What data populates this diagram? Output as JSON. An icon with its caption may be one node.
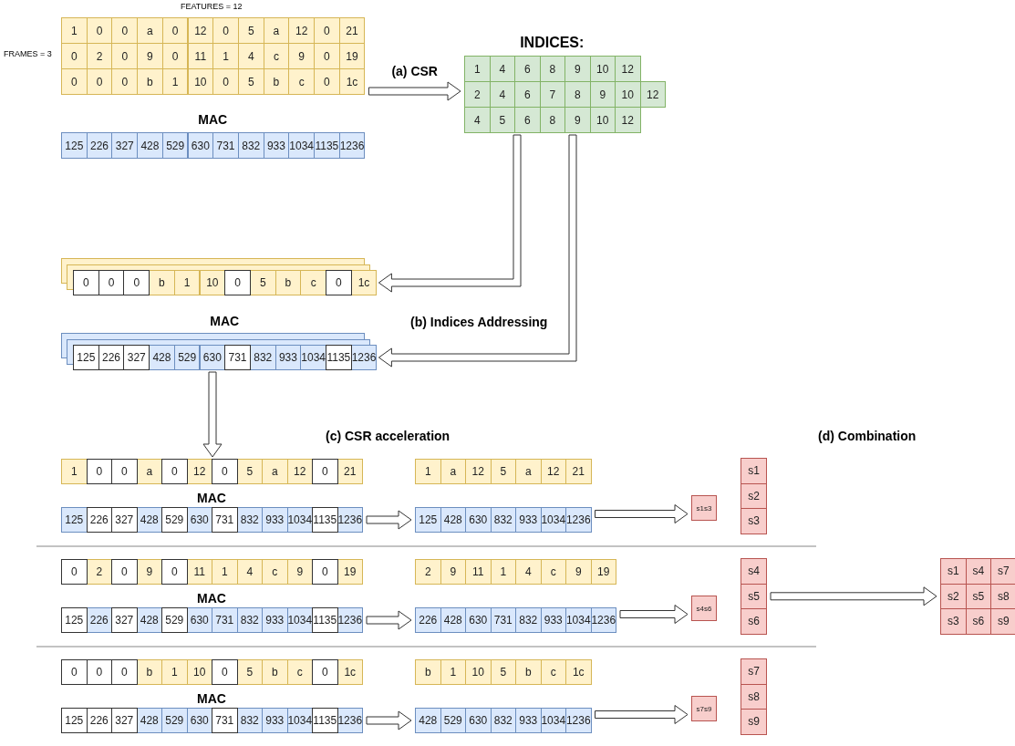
{
  "diagram": {
    "nodes": [
      {
        "text": [
          "1",
          "0",
          "0",
          "a",
          "0",
          "12",
          "0",
          "5",
          "a",
          "12",
          "0",
          "21",
          "0",
          "2",
          "0",
          "9",
          "0",
          "11",
          "1",
          "4",
          "c",
          "9",
          "0",
          "19",
          "0",
          "0",
          "0",
          "b",
          "1",
          "10",
          "0",
          "5",
          "b",
          "c",
          "0",
          "1c"
        ],
        "beside": [
          "FEATURES = 12",
          "FRAMES = 3"
        ]
      },
      {
        "text": [
          "MAC",
          "125",
          "226",
          "327",
          "428",
          "529",
          "630",
          "731",
          "832",
          "933",
          "1034",
          "1135",
          "1236"
        ]
      },
      {
        "text": [
          "INDICES:",
          "1",
          "4",
          "6",
          "8",
          "9",
          "10",
          "12",
          "2",
          "4",
          "6",
          "7",
          "8",
          "9",
          "10",
          "12",
          "4",
          "5",
          "6",
          "8",
          "9",
          "10",
          "12"
        ]
      },
      {
        "text": [
          "0",
          "0",
          "0",
          "b",
          "1",
          "10",
          "0",
          "5",
          "b",
          "c",
          "0",
          "1c"
        ]
      },
      {
        "text": [
          "MAC",
          "125",
          "226",
          "327",
          "428",
          "529",
          "630",
          "731",
          "832",
          "933",
          "1034",
          "1135",
          "1236"
        ]
      },
      {
        "text": [
          "1",
          "0",
          "0",
          "a",
          "0",
          "12",
          "0",
          "5",
          "a",
          "12",
          "0",
          "21"
        ]
      },
      {
        "text": [
          "MAC",
          "125",
          "226",
          "327",
          "428",
          "529",
          "630",
          "731",
          "832",
          "933",
          "1034",
          "1135",
          "1236"
        ]
      },
      {
        "text": [
          "1",
          "a",
          "12",
          "5",
          "a",
          "12",
          "21"
        ]
      },
      {
        "text": [
          "125",
          "428",
          "630",
          "832",
          "933",
          "1034",
          "1236"
        ]
      },
      {
        "text": [
          "s1s3"
        ]
      },
      {
        "text": [
          "s1",
          "s2",
          "s3"
        ]
      },
      {
        "text": [
          "0",
          "2",
          "0",
          "9",
          "0",
          "11",
          "1",
          "4",
          "c",
          "9",
          "0",
          "19"
        ]
      },
      {
        "text": [
          "MAC",
          "125",
          "226",
          "327",
          "428",
          "529",
          "630",
          "731",
          "832",
          "933",
          "1034",
          "1135",
          "1236"
        ]
      },
      {
        "text": [
          "2",
          "9",
          "11",
          "1",
          "4",
          "c",
          "9",
          "19"
        ]
      },
      {
        "text": [
          "226",
          "428",
          "630",
          "731",
          "832",
          "933",
          "1034",
          "1236"
        ]
      },
      {
        "text": [
          "s4s6"
        ]
      },
      {
        "text": [
          "s4",
          "s5",
          "s6"
        ]
      },
      {
        "text": [
          "0",
          "0",
          "0",
          "b",
          "1",
          "10",
          "0",
          "5",
          "b",
          "c",
          "0",
          "1c"
        ]
      },
      {
        "text": [
          "MAC",
          "125",
          "226",
          "327",
          "428",
          "529",
          "630",
          "731",
          "832",
          "933",
          "1034",
          "1135",
          "1236"
        ]
      },
      {
        "text": [
          "b",
          "1",
          "10",
          "5",
          "b",
          "c",
          "1c"
        ]
      },
      {
        "text": [
          "428",
          "529",
          "630",
          "832",
          "933",
          "1034",
          "1236"
        ]
      },
      {
        "text": [
          "s7s9"
        ]
      },
      {
        "text": [
          "s7",
          "s8",
          "s9"
        ]
      },
      {
        "text": [
          "s1",
          "s4",
          "s7",
          "s2",
          "s5",
          "s8",
          "s3",
          "s6",
          "s9"
        ]
      }
    ],
    "edges": [
      {
        "from": 0,
        "to": 2,
        "arrow": "to",
        "label": "(a) CSR"
      },
      {
        "from": 2,
        "to": 3,
        "arrow": "to"
      },
      {
        "from": 2,
        "to": 4,
        "arrow": "to"
      },
      {
        "from": 4,
        "to": 5,
        "arrow": "to"
      },
      {
        "from": 6,
        "to": 8,
        "arrow": "to"
      },
      {
        "from": 8,
        "to": 9,
        "arrow": "to"
      },
      {
        "from": 12,
        "to": 14,
        "arrow": "to"
      },
      {
        "from": 14,
        "to": 15,
        "arrow": "to"
      },
      {
        "from": 18,
        "to": 20,
        "arrow": "to"
      },
      {
        "from": 20,
        "to": 21,
        "arrow": "to"
      },
      {
        "from": 16,
        "to": 23,
        "arrow": "to"
      }
    ],
    "labels": [
      "(b) Indices Addressing",
      "(c) CSR acceleration",
      "(d) Combination"
    ]
  }
}
